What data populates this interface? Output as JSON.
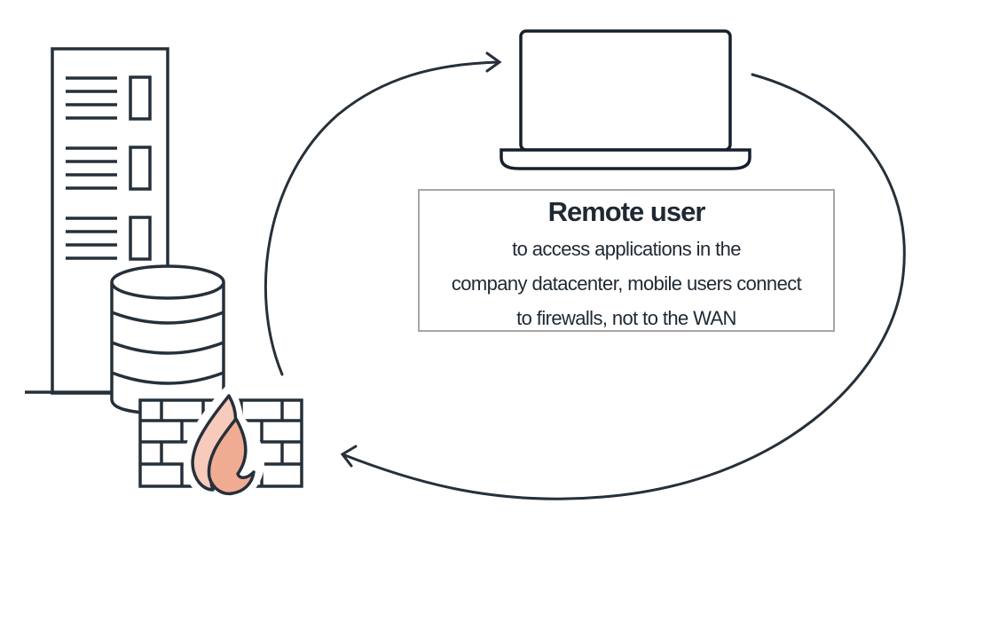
{
  "diagram": {
    "title": "Remote user",
    "description_lines": [
      "to access applications in the",
      "company datacenter, mobile users connect",
      "to firewalls, not to the WAN"
    ],
    "icons": [
      "datacenter-building-icon",
      "database-icon",
      "firewall-icon",
      "laptop-icon"
    ],
    "flow": [
      {
        "from": "firewall",
        "to": "laptop",
        "direction": "arrow-to-laptop"
      },
      {
        "from": "laptop",
        "to": "firewall",
        "direction": "arrow-to-firewall"
      }
    ],
    "colors": {
      "stroke": "#26303a",
      "flame_light": "#f6cbbb",
      "flame_dark": "#f0ac92",
      "box_border": "#a6a6a6"
    }
  }
}
